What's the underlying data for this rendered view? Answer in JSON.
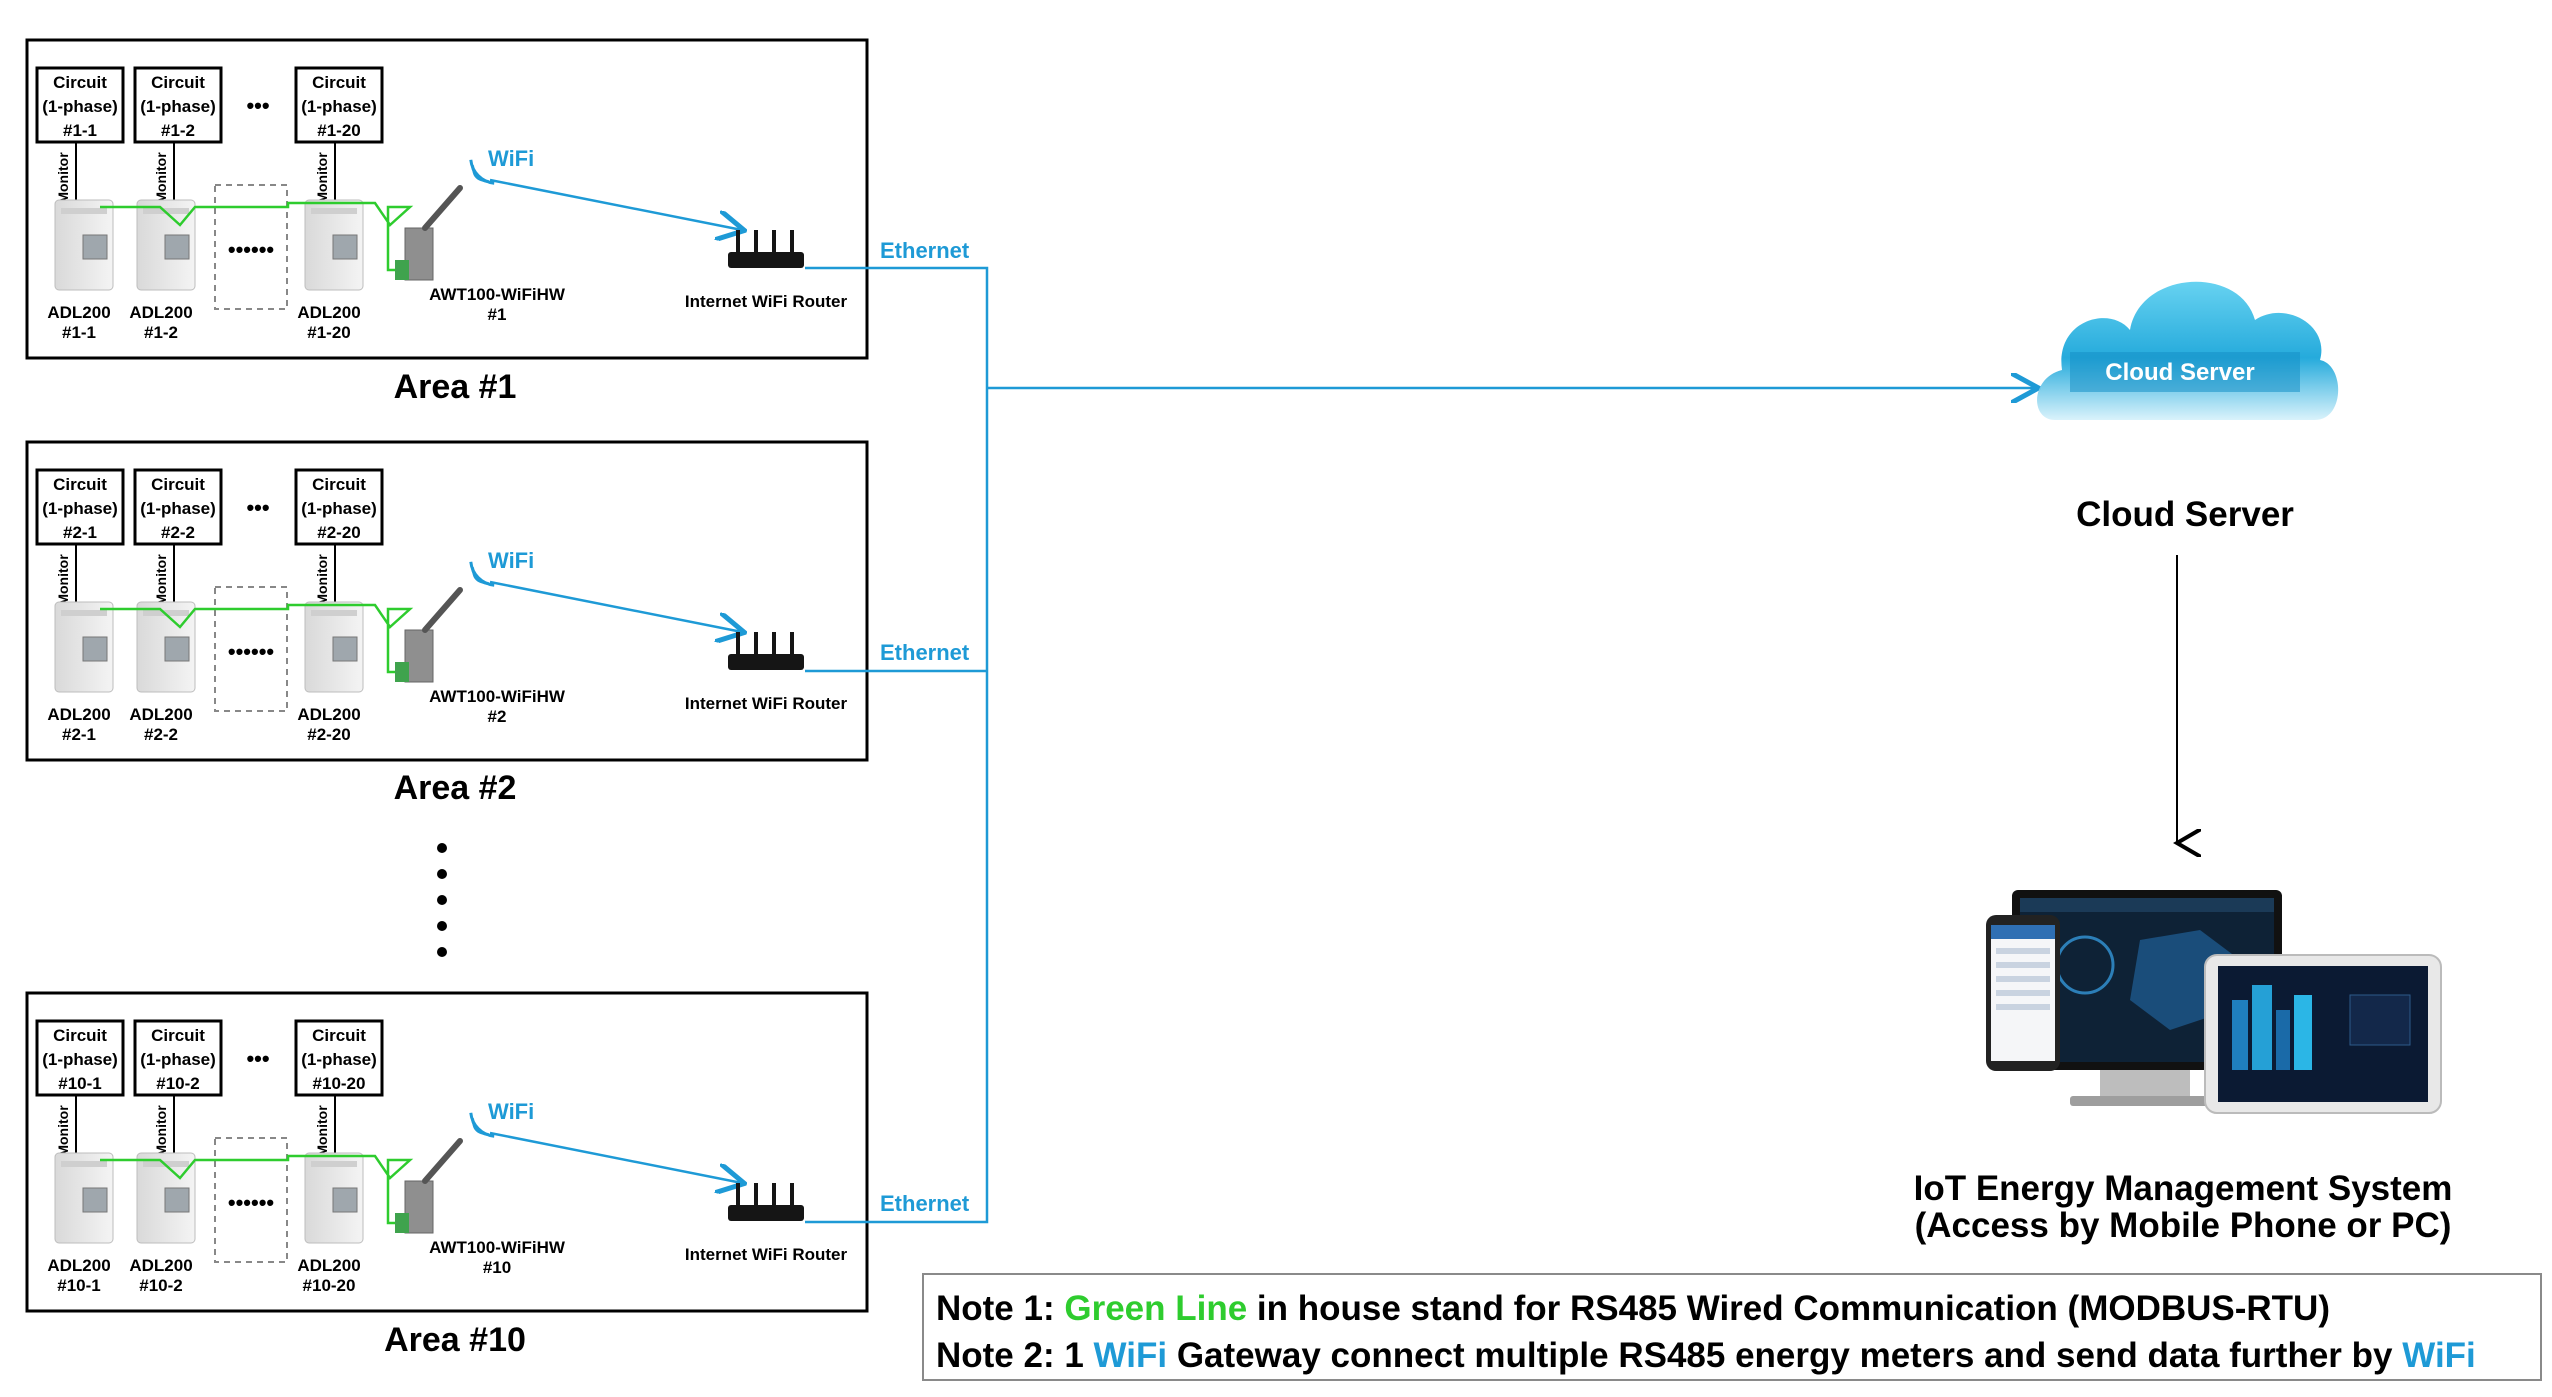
{
  "areas": [
    {
      "title": "Area #1",
      "circuits": [
        {
          "l1": "Circuit",
          "l2": "(1-phase)",
          "l3": "#1-1"
        },
        {
          "l1": "Circuit",
          "l2": "(1-phase)",
          "l3": "#1-2"
        },
        {
          "l1": "Circuit",
          "l2": "(1-phase)",
          "l3": "#1-20"
        }
      ],
      "meters": [
        {
          "l1": "ADL200",
          "l2": "#1-1"
        },
        {
          "l1": "ADL200",
          "l2": "#1-2"
        },
        {
          "l1": "ADL200",
          "l2": "#1-20"
        }
      ],
      "gateway": {
        "name": "AWT100-WiFiHW",
        "id": "#1"
      }
    },
    {
      "title": "Area #2",
      "circuits": [
        {
          "l1": "Circuit",
          "l2": "(1-phase)",
          "l3": "#2-1"
        },
        {
          "l1": "Circuit",
          "l2": "(1-phase)",
          "l3": "#2-2"
        },
        {
          "l1": "Circuit",
          "l2": "(1-phase)",
          "l3": "#2-20"
        }
      ],
      "meters": [
        {
          "l1": "ADL200",
          "l2": "#2-1"
        },
        {
          "l1": "ADL200",
          "l2": "#2-2"
        },
        {
          "l1": "ADL200",
          "l2": "#2-20"
        }
      ],
      "gateway": {
        "name": "AWT100-WiFiHW",
        "id": "#2"
      }
    },
    {
      "title": "Area #10",
      "circuits": [
        {
          "l1": "Circuit",
          "l2": "(1-phase)",
          "l3": "#10-1"
        },
        {
          "l1": "Circuit",
          "l2": "(1-phase)",
          "l3": "#10-2"
        },
        {
          "l1": "Circuit",
          "l2": "(1-phase)",
          "l3": "#10-20"
        }
      ],
      "meters": [
        {
          "l1": "ADL200",
          "l2": "#10-1"
        },
        {
          "l1": "ADL200",
          "l2": "#10-2"
        },
        {
          "l1": "ADL200",
          "l2": "#10-20"
        }
      ],
      "gateway": {
        "name": "AWT100-WiFiHW",
        "id": "#10"
      }
    }
  ],
  "labels": {
    "monitor": "Monitor",
    "wifi": "WiFi",
    "router": "Internet WiFi Router",
    "ethernet": "Ethernet",
    "ellipsis": "•••",
    "meter_ellipsis": "••••••"
  },
  "cloud": {
    "badge": "Cloud Server",
    "title": "Cloud Server"
  },
  "system": {
    "line1": "IoT Energy Management System",
    "line2": "(Access by Mobile Phone or PC)"
  },
  "notes": {
    "n1_prefix": "Note 1: ",
    "n1_green": "Green Line",
    "n1_rest": " in house stand for RS485 Wired Communication (MODBUS-RTU)",
    "n2_prefix": "Note 2: 1 ",
    "n2_wifi1": "WiFi",
    "n2_mid": " Gateway connect multiple RS485 energy meters and send data further by ",
    "n2_wifi2": "WiFi"
  },
  "colors": {
    "ethernet_line": "#1e9ad6",
    "rs485_line": "#2ecc2e",
    "cloud": "#27b3e3"
  }
}
